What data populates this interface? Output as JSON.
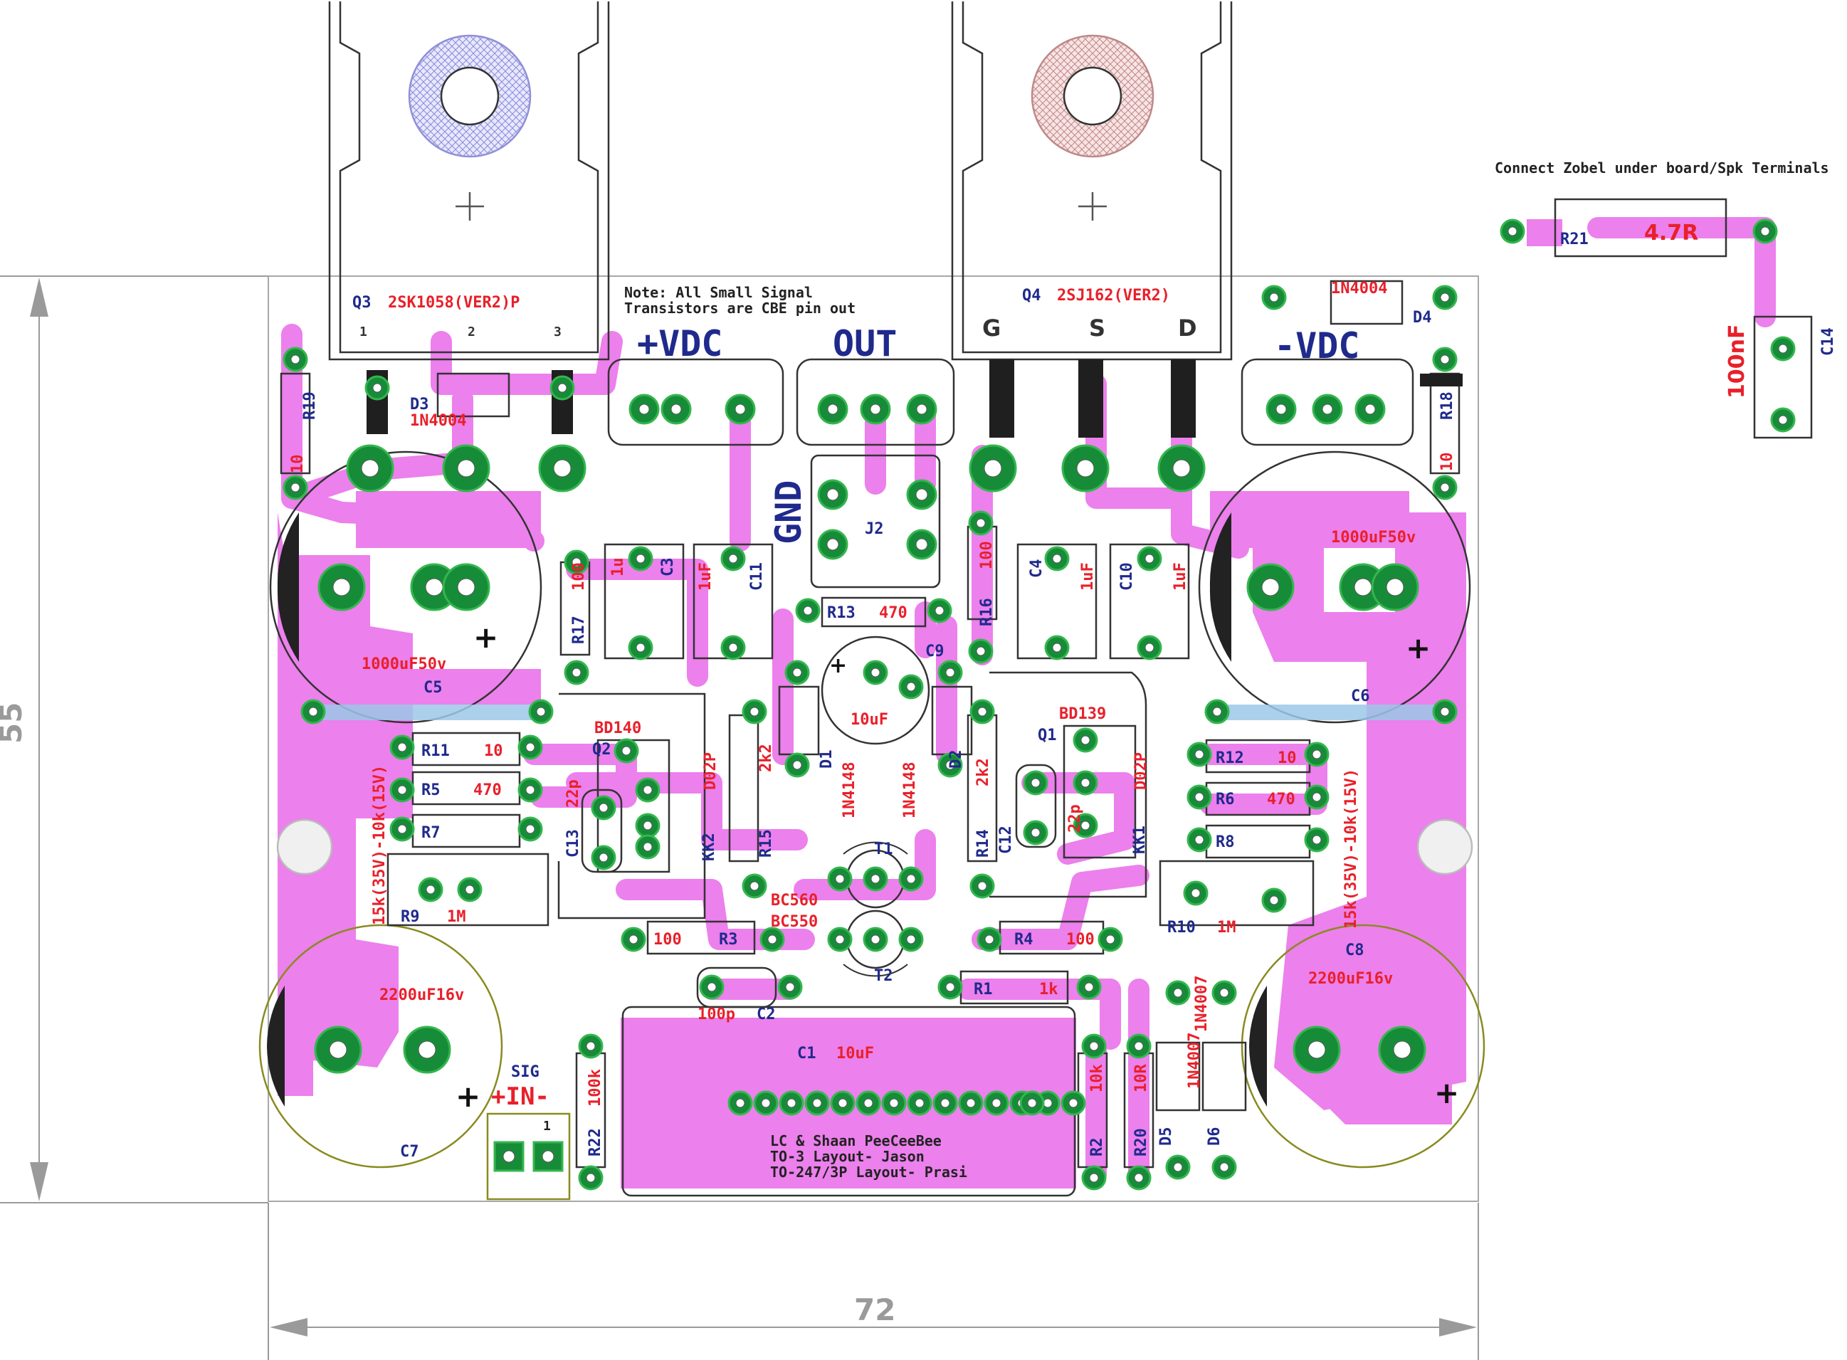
{
  "dimensions": {
    "width": "72",
    "height": "55"
  },
  "notes": {
    "top_note_line1": "Note: All  Small Signal",
    "top_note_line2": "Transistors are CBE pin out",
    "zobel": "Connect Zobel under board/Spk Terminals",
    "credit_line1": "LC & Shaan PeeCeeBee",
    "credit_line2": "TO-3 Layout- Jason",
    "credit_line3": "TO-247/3P Layout- Prasi"
  },
  "terminals": {
    "vdc_pos": "+VDC",
    "out": "OUT",
    "vdc_neg": "-VDC",
    "gnd": "GND",
    "sig": "SIG",
    "in": "+IN-",
    "j2": "J2",
    "pin1": "1"
  },
  "q3": {
    "ref": "Q3",
    "part": "2SK1058(VER2)P",
    "p1": "1",
    "p2": "2",
    "p3": "3"
  },
  "q4": {
    "ref": "Q4",
    "part": "2SJ162(VER2)",
    "g": "G",
    "s": "S",
    "d": "D"
  },
  "components": {
    "d3_ref": "D3",
    "d3_val": "1N4004",
    "d4_ref": "D4",
    "d4_val": "1N4004",
    "r19_ref": "R19",
    "r19_val": "10",
    "r18_ref": "R18",
    "r18_val": "10",
    "r17_ref": "R17",
    "r17_val": "100",
    "r16_ref": "R16",
    "r16_val": "100",
    "c3_ref": "C3",
    "c3_val": "1u",
    "c11_ref": "C11",
    "c11_val": "1uF",
    "c4_ref": "C4",
    "c4_val": "1uF",
    "c10_ref": "C10",
    "c10_val": "1uF",
    "c5_ref": "C5",
    "c5_val": "1000uF50v",
    "c6_ref": "C6",
    "c6_val": "1000uF50v",
    "r13_ref": "R13",
    "r13_val": "470",
    "c9_ref": "C9",
    "c9_val": "10uF",
    "bd140": "BD140",
    "q2_ref": "Q2",
    "bd139": "BD139",
    "q1_ref": "Q1",
    "r11_ref": "R11",
    "r11_val": "10",
    "r5_ref": "R5",
    "r5_val": "470",
    "r7_ref": "R7",
    "r12_ref": "R12",
    "r12_val": "10",
    "r6_ref": "R6",
    "r6_val": "470",
    "r8_ref": "R8",
    "range_left": "15k(35V)-10k(15V)",
    "range_right": "15k(35V)-10k(15V)",
    "c13_ref": "C13",
    "c13_val": "22p",
    "c12_ref": "C12",
    "c12_val": "22p",
    "d02p_left": "D02P",
    "d02p_right": "D02P",
    "kk2": "KK2",
    "kk1": "KK1",
    "r15_ref": "R15",
    "r15_val": "2k2",
    "r14_ref": "R14",
    "r14_val": "2k2",
    "d1_ref": "D1",
    "d1_val": "1N4148",
    "d2_ref": "D2",
    "d2_val": "1N4148",
    "t1_ref": "T1",
    "t2_ref": "T2",
    "bc560": "BC560",
    "bc550": "BC550",
    "r9_ref": "R9",
    "r9_val": "1M",
    "r10_ref": "R10",
    "r10_val": "1M",
    "r3_ref": "R3",
    "r3_val": "100",
    "r4_ref": "R4",
    "r4_val": "100",
    "c2_ref": "C2",
    "c2_val": "100p",
    "r1_ref": "R1",
    "r1_val": "1k",
    "c7_ref": "C7",
    "c7_val": "2200uF16v",
    "c8_ref": "C8",
    "c8_val": "2200uF16v",
    "c1_ref": "C1",
    "c1_val": "10uF",
    "r22_ref": "R22",
    "r22_val": "100k",
    "r2_ref": "R2",
    "r2_val": "10k",
    "r20_ref": "R20",
    "r20_val": "10R",
    "d5_ref": "D5",
    "d5_val": "1N4007",
    "d6_ref": "D6",
    "d6_val": "1N4007",
    "r21_ref": "R21",
    "r21_val": "4.7R",
    "c14_ref": "C14",
    "c14_val": "100nF"
  },
  "colors": {
    "copper": "#ec80ec",
    "pad": "#178c38",
    "ring": "#2fb24a",
    "silk": "#333333",
    "value": "#e8202a",
    "name": "#1f2a8c",
    "dim": "#9a9a9a"
  }
}
